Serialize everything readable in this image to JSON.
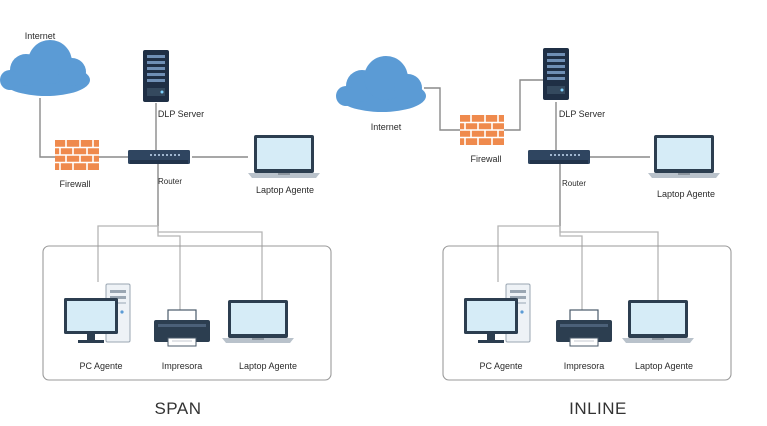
{
  "span": {
    "title": "SPAN",
    "internet": "Internet",
    "server": "DLP Server",
    "firewall": "Firewall",
    "router": "Router",
    "laptop_remote": "Laptop Agente",
    "pc": "PC Agente",
    "printer": "Impresora",
    "laptop_lan": "Laptop Agente"
  },
  "inline": {
    "title": "INLINE",
    "internet": "Internet",
    "server": "DLP Server",
    "firewall": "Firewall",
    "router": "Router",
    "laptop_remote": "Laptop Agente",
    "pc": "PC Agente",
    "printer": "Impresora",
    "laptop_lan": "Laptop Agente"
  },
  "colors": {
    "cloud": "#5b9bd5",
    "firewall": "#ef8a4d",
    "server": "#1f2f45",
    "router": "#2f4560",
    "screen": "#d6ecf7",
    "device_dark": "#2c3e50",
    "wire": "#8a8a8a"
  },
  "icons": [
    "cloud-icon",
    "server-icon",
    "firewall-icon",
    "router-icon",
    "laptop-icon",
    "desktop-pc-icon",
    "printer-icon"
  ]
}
